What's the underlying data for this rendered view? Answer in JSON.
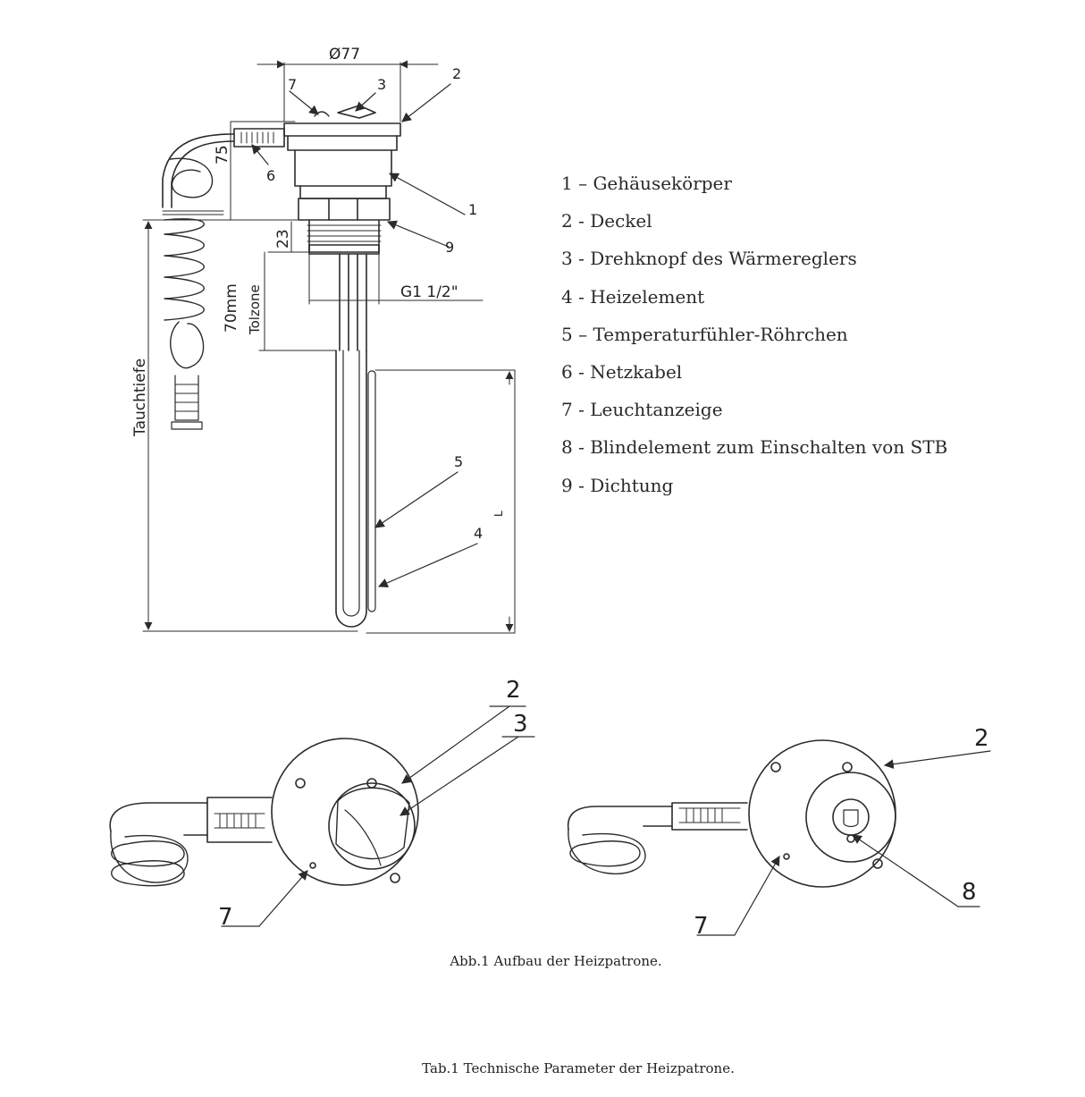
{
  "dimensions": {
    "diameter": "Ø77",
    "height_75": "75",
    "height_23": "23",
    "thread": "G1 1/2\"",
    "cold_zone_length": "70mm",
    "cold_zone_label": "Tolzone",
    "immersion_depth": "Tauchtiefe",
    "length": "L"
  },
  "callouts": {
    "side": [
      "7",
      "3",
      "2",
      "6",
      "1",
      "9",
      "5",
      "4"
    ],
    "top_left": [
      "2",
      "3",
      "7"
    ],
    "top_right": [
      "2",
      "8",
      "7"
    ]
  },
  "legend": [
    "1 – Gehäusekörper",
    "2 - Deckel",
    "3 - Drehknopf des Wärmereglers",
    "4 - Heizelement",
    "5 – Temperaturfühler-Röhrchen",
    "6 - Netzkabel",
    "7 - Leuchtanzeige",
    "8 - Blindelement zum Einschalten von STB",
    "9 - Dichtung"
  ],
  "captions": {
    "figure": "Abb.1 Aufbau der Heizpatrone.",
    "table": "Tab.1 Technische Parameter der Heizpatrone."
  },
  "colors": {
    "line": "#2b2b2b",
    "background": "#ffffff"
  }
}
